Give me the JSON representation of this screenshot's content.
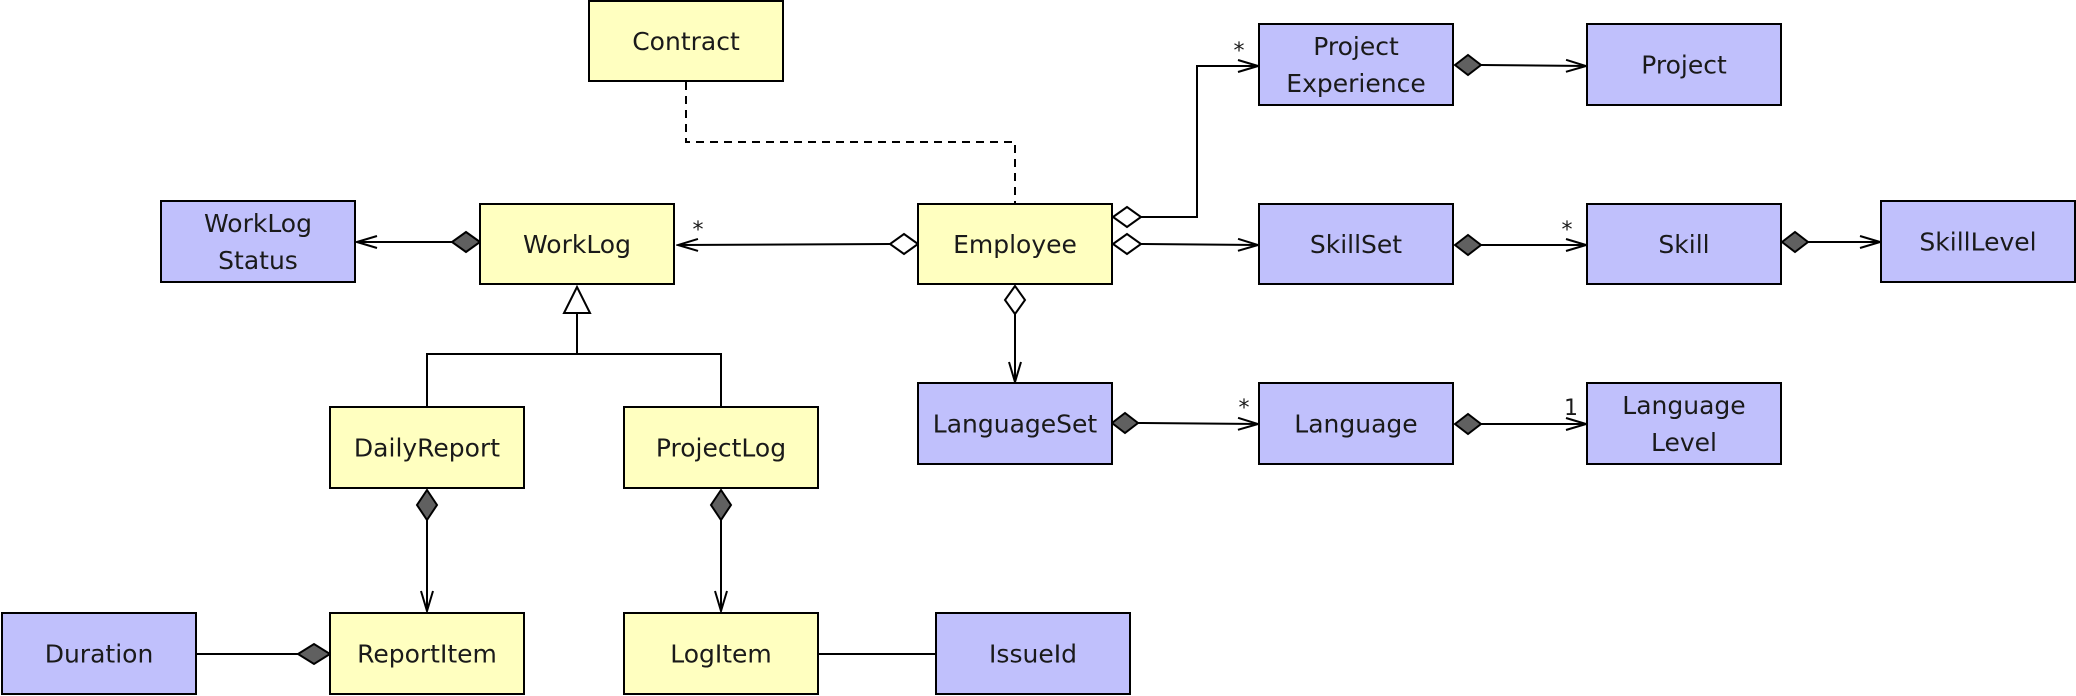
{
  "colors": {
    "entity_yellow": "#ffffc0",
    "entity_blue": "#c0c0fc",
    "stroke": "#000000",
    "filled_diamond": "#606060"
  },
  "classes": {
    "contract": [
      "Contract"
    ],
    "project_experience": [
      "Project",
      "Experience"
    ],
    "project": [
      "Project"
    ],
    "worklog_status": [
      "WorkLog",
      "Status"
    ],
    "worklog": [
      "WorkLog"
    ],
    "employee": [
      "Employee"
    ],
    "skillset": [
      "SkillSet"
    ],
    "skill": [
      "Skill"
    ],
    "skill_level": [
      "SkillLevel"
    ],
    "language_set": [
      "LanguageSet"
    ],
    "language": [
      "Language"
    ],
    "language_level": [
      "Language",
      "Level"
    ],
    "daily_report": [
      "DailyReport"
    ],
    "project_log": [
      "ProjectLog"
    ],
    "duration": [
      "Duration"
    ],
    "report_item": [
      "ReportItem"
    ],
    "log_item": [
      "LogItem"
    ],
    "issue_id": [
      "IssueId"
    ]
  },
  "multiplicities": {
    "project_experience": "*",
    "worklog": "*",
    "skill": "*",
    "language": "*",
    "language_level": "1"
  }
}
